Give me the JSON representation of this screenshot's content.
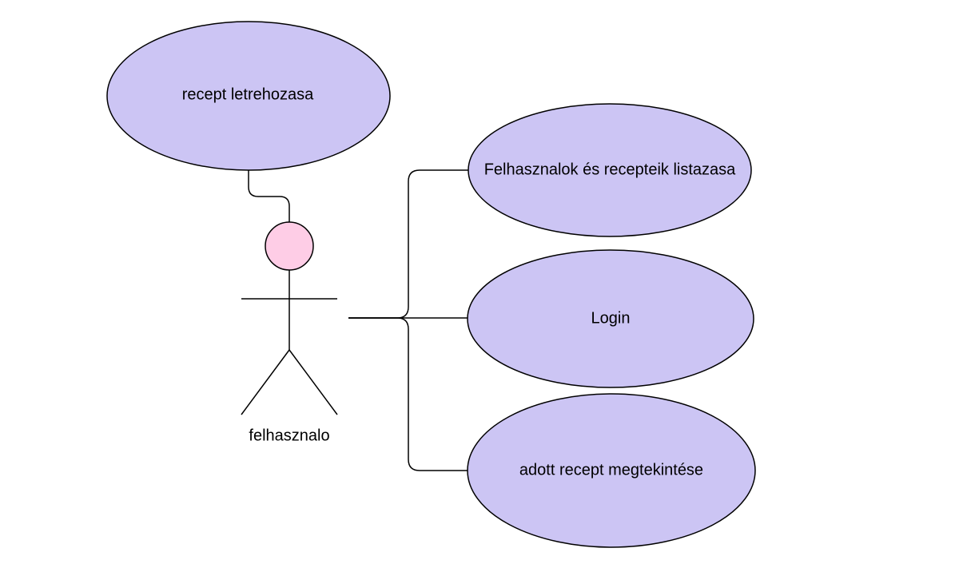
{
  "colors": {
    "usecase_fill": "#ccc5f4",
    "actor_head_fill": "#fecde6",
    "line": "#000000",
    "background": "#ffffff"
  },
  "actor": {
    "name": "felhasznalo"
  },
  "use_cases": [
    {
      "label": "recept letrehozasa"
    },
    {
      "label": "Felhasznalok és recepteik listazasa"
    },
    {
      "label": "Login"
    },
    {
      "label": "adott recept megtekintése"
    }
  ]
}
